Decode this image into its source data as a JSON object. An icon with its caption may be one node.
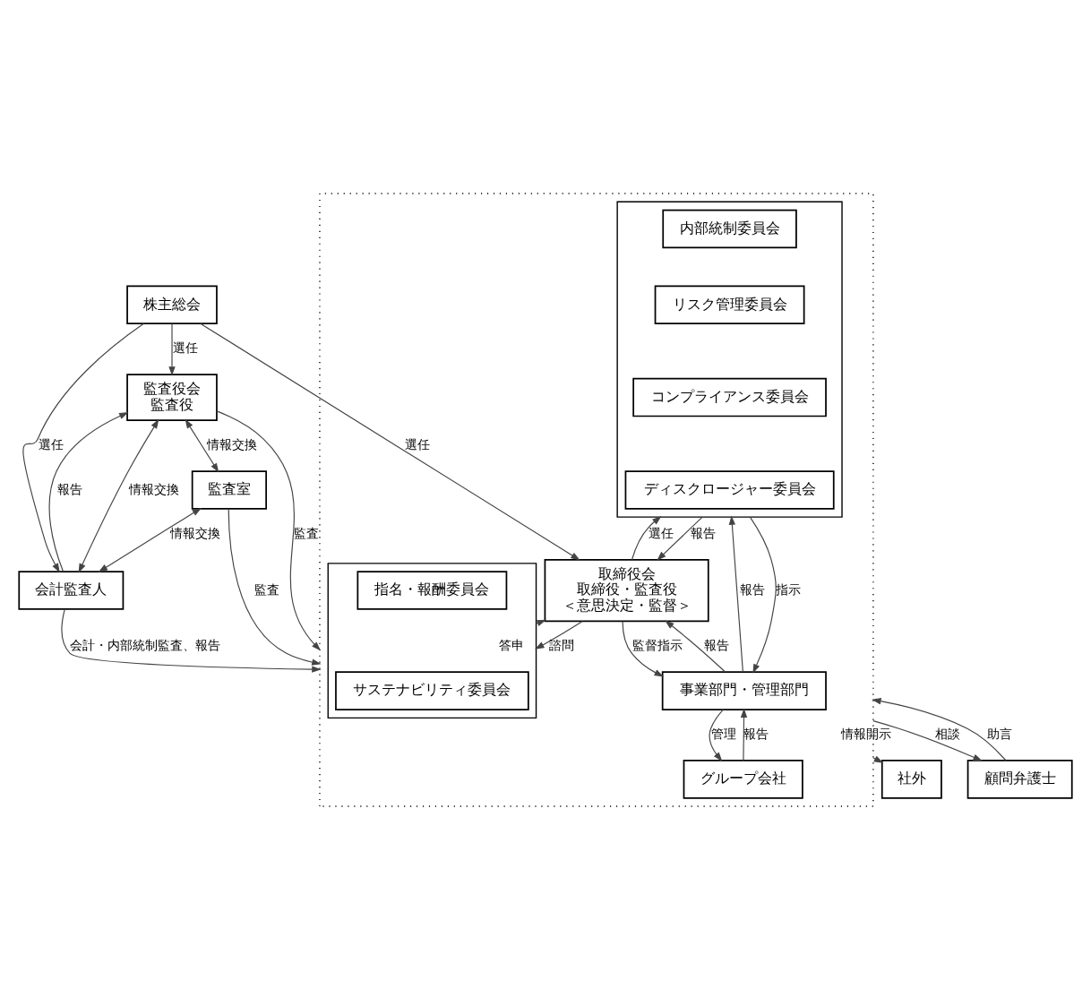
{
  "diagram": {
    "nodes": [
      {
        "text": [
          "株主総会"
        ]
      },
      {
        "text": [
          "社外"
        ]
      },
      {
        "text": [],
        "shape": "box"
      },
      {
        "text": [],
        "shape": "box",
        "in": 2
      },
      {
        "text": [
          "内部統制委員会"
        ],
        "in": 3
      },
      {
        "text": [
          "リスク管理委員会"
        ],
        "in": 3
      },
      {
        "text": [
          "コンプライアンス委員会"
        ],
        "in": 3
      },
      {
        "text": [
          "ディスクロージャー委員会"
        ],
        "in": 3
      },
      {
        "text": [
          "取締役会",
          "取締役・監査役",
          "＜意思決定・監督＞"
        ],
        "in": 2
      },
      {
        "text": [
          "監査役会",
          "監査役"
        ]
      },
      {
        "text": [
          "会計監査人"
        ]
      },
      {
        "text": [
          "監査室"
        ]
      },
      {
        "text": [],
        "shape": "box",
        "in": 2
      },
      {
        "text": [
          "指名・報酬委員会"
        ],
        "in": 12
      },
      {
        "text": [
          "サステナビリティ委員会"
        ],
        "in": 12
      },
      {
        "text": [
          "事業部門・管理部門"
        ],
        "in": 2
      },
      {
        "text": [
          "グループ会社"
        ],
        "in": 2
      },
      {
        "text": [
          "顧問弁護士"
        ]
      }
    ],
    "edges": [
      {
        "from": 0,
        "to": 8,
        "arrow": "to",
        "label": "選任"
      },
      {
        "from": 0,
        "to": 9,
        "arrow": "to",
        "label": "選任"
      },
      {
        "from": 0,
        "to": 10,
        "arrow": "to",
        "label": "選任"
      },
      {
        "from": 8,
        "to": 3,
        "arrow": "to",
        "label": "選任"
      },
      {
        "from": 3,
        "to": 8,
        "arrow": "to",
        "label": "報告"
      },
      {
        "from": 9,
        "to": 2,
        "arrow": "to",
        "label": "監査"
      },
      {
        "from": 10,
        "to": 9,
        "arrow": "to",
        "label": "報告"
      },
      {
        "from": 9,
        "to": 10,
        "arrow": "both",
        "label": "情報交換"
      },
      {
        "from": 9,
        "to": 11,
        "arrow": "both",
        "label": "情報交換"
      },
      {
        "from": 11,
        "to": 2,
        "arrow": "to",
        "label": "監査"
      },
      {
        "from": 11,
        "to": 10,
        "arrow": "both",
        "label": "情報交換"
      },
      {
        "from": 10,
        "to": 2,
        "arrow": "to",
        "label": "会計・内部統制監査、報告"
      },
      {
        "from": 2,
        "to": 1,
        "arrow": "to",
        "label": "情報開示"
      },
      {
        "from": 15,
        "to": 3,
        "arrow": "to",
        "label": "報告"
      },
      {
        "from": 3,
        "to": 15,
        "arrow": "to",
        "label": "指示"
      },
      {
        "from": 12,
        "to": 8,
        "arrow": "to",
        "label": "答申"
      },
      {
        "from": 8,
        "to": 12,
        "arrow": "to",
        "label": "諮問"
      },
      {
        "from": 15,
        "to": 8,
        "arrow": "to",
        "label": "報告"
      },
      {
        "from": 8,
        "to": 15,
        "arrow": "to",
        "label": "監督指示"
      },
      {
        "from": 16,
        "to": 15,
        "arrow": "to",
        "label": "報告"
      },
      {
        "from": 15,
        "to": 16,
        "arrow": "to",
        "label": "管理"
      },
      {
        "from": 2,
        "to": 17,
        "arrow": "to",
        "label": "相談"
      },
      {
        "from": 17,
        "to": 2,
        "arrow": "to",
        "label": "助言"
      }
    ]
  }
}
